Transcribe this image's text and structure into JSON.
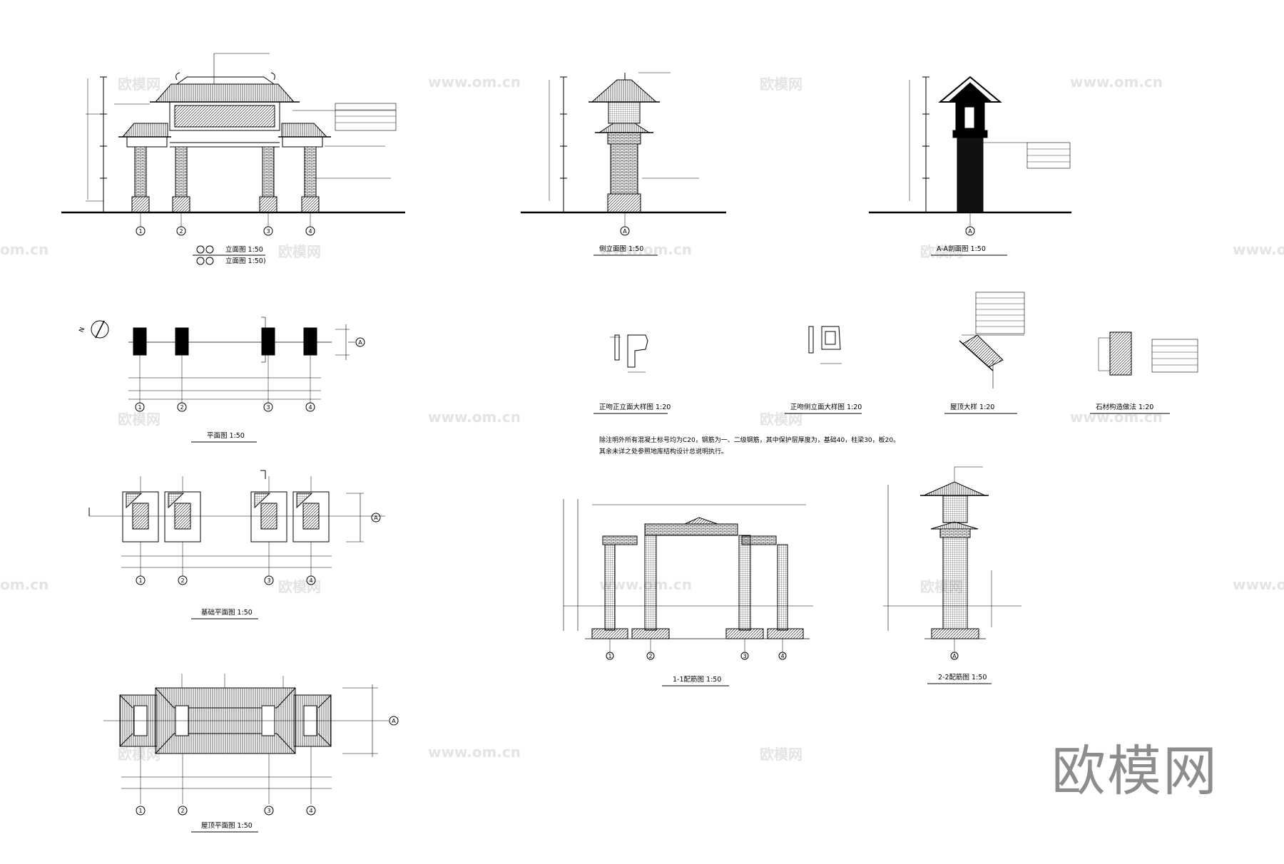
{
  "captions": {
    "front_elev_a": "立面图  1:50",
    "front_elev_b": "立面图  1:50)",
    "side_elev": "侧立面图 1:50",
    "section_aa": "A-A剖面图  1:50",
    "plan": "平面图  1:50",
    "detail_front": "正吻正立面大样图  1:20",
    "detail_side": "正吻侧立面大样图  1:20",
    "roof_detail": "屋顶大样  1:20",
    "stone_detail": "石材构造做法  1:20",
    "foundation_plan": "基础平面图  1:50",
    "rebar_11": "1-1配筋图  1:50",
    "rebar_22": "2-2配筋图  1:50",
    "roof_plan": "屋顶平面图  1:50"
  },
  "notes": {
    "line1": "除注明外所有混凝土标号均为C20，钢筋为一、二级钢筋，其中保护层厚度为，基础40，柱梁30，板20。",
    "line2": "其余未详之处参照地库结构设计总说明执行。"
  },
  "axes": [
    "1",
    "2",
    "3",
    "4"
  ],
  "axis_a": "A",
  "north": "N",
  "watermark": {
    "cn": "欧模网",
    "url": "www.om.cn",
    "url_partial": "om.cn",
    "brand": "欧模网"
  }
}
